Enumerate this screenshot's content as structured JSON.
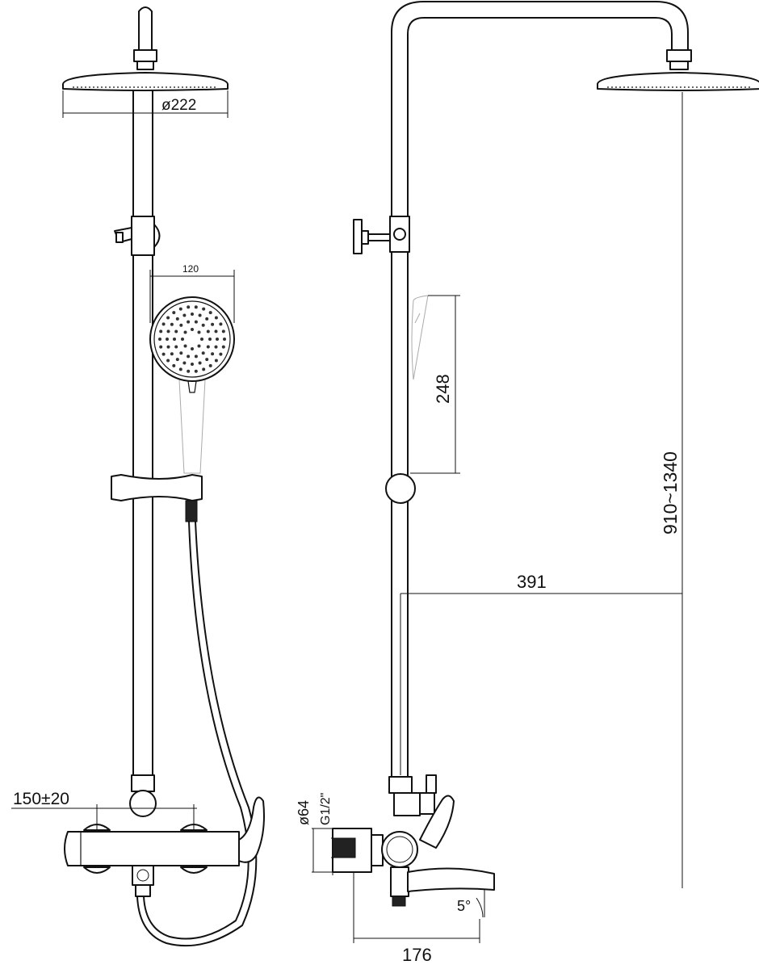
{
  "dimensions": {
    "head_diameter": "ø222",
    "hand_shower_width": "120",
    "hand_shower_length": "248",
    "height_range": "910~1340",
    "arm_reach": "391",
    "inlet_spacing": "150±20",
    "escutcheon_diameter": "ø64",
    "inlet_thread": "G1/2\"",
    "spout_angle": "5°",
    "depth": "176"
  },
  "colors": {
    "line": "#111111",
    "background": "#ffffff"
  }
}
